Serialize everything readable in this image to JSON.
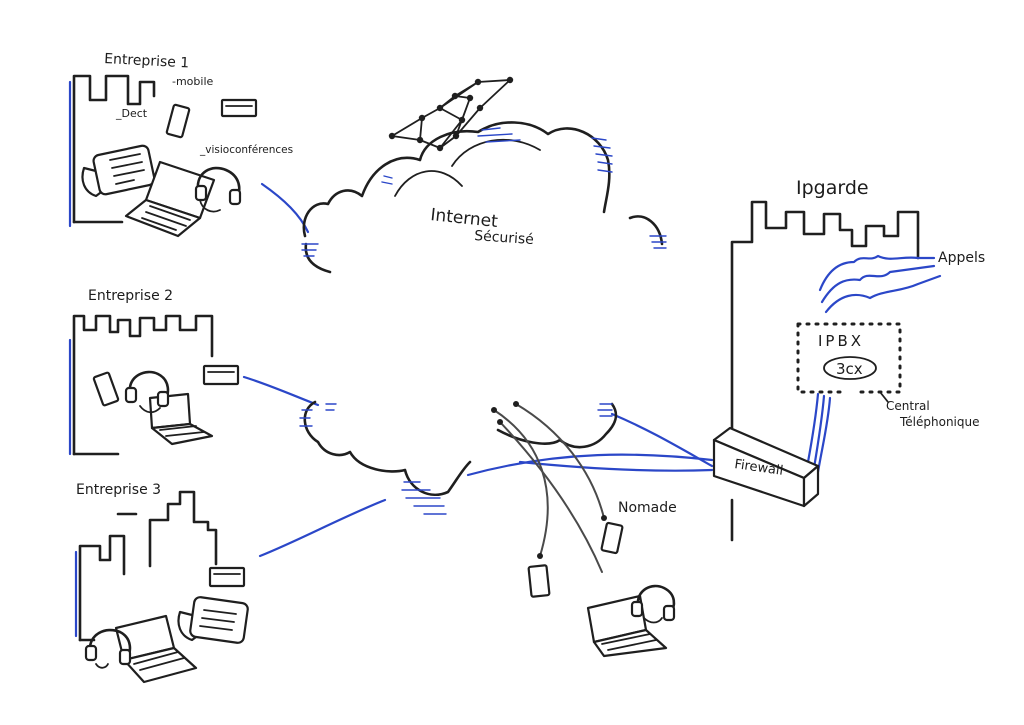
{
  "sites": {
    "e1": {
      "title": "Entreprise 1",
      "label_mobile": "-mobile",
      "label_dect": "_Dect",
      "label_visio": "_visioconférences"
    },
    "e2": {
      "title": "Entreprise 2"
    },
    "e3": {
      "title": "Entreprise 3"
    }
  },
  "cloud": {
    "line1": "Internet",
    "line2": "Sécurisé"
  },
  "hq": {
    "title": "Ipgarde",
    "calls_label": "Appels",
    "pbx_label": "IPBX",
    "pbx_product": "3cx",
    "central_line1": "Central",
    "central_line2": "Téléphonique",
    "firewall_label": "Firewall"
  },
  "nomad": {
    "label": "Nomade"
  },
  "colors": {
    "ink": "#1f1f1f",
    "accent_blue": "#2b47c8",
    "link_gray": "#4a4a4a"
  }
}
